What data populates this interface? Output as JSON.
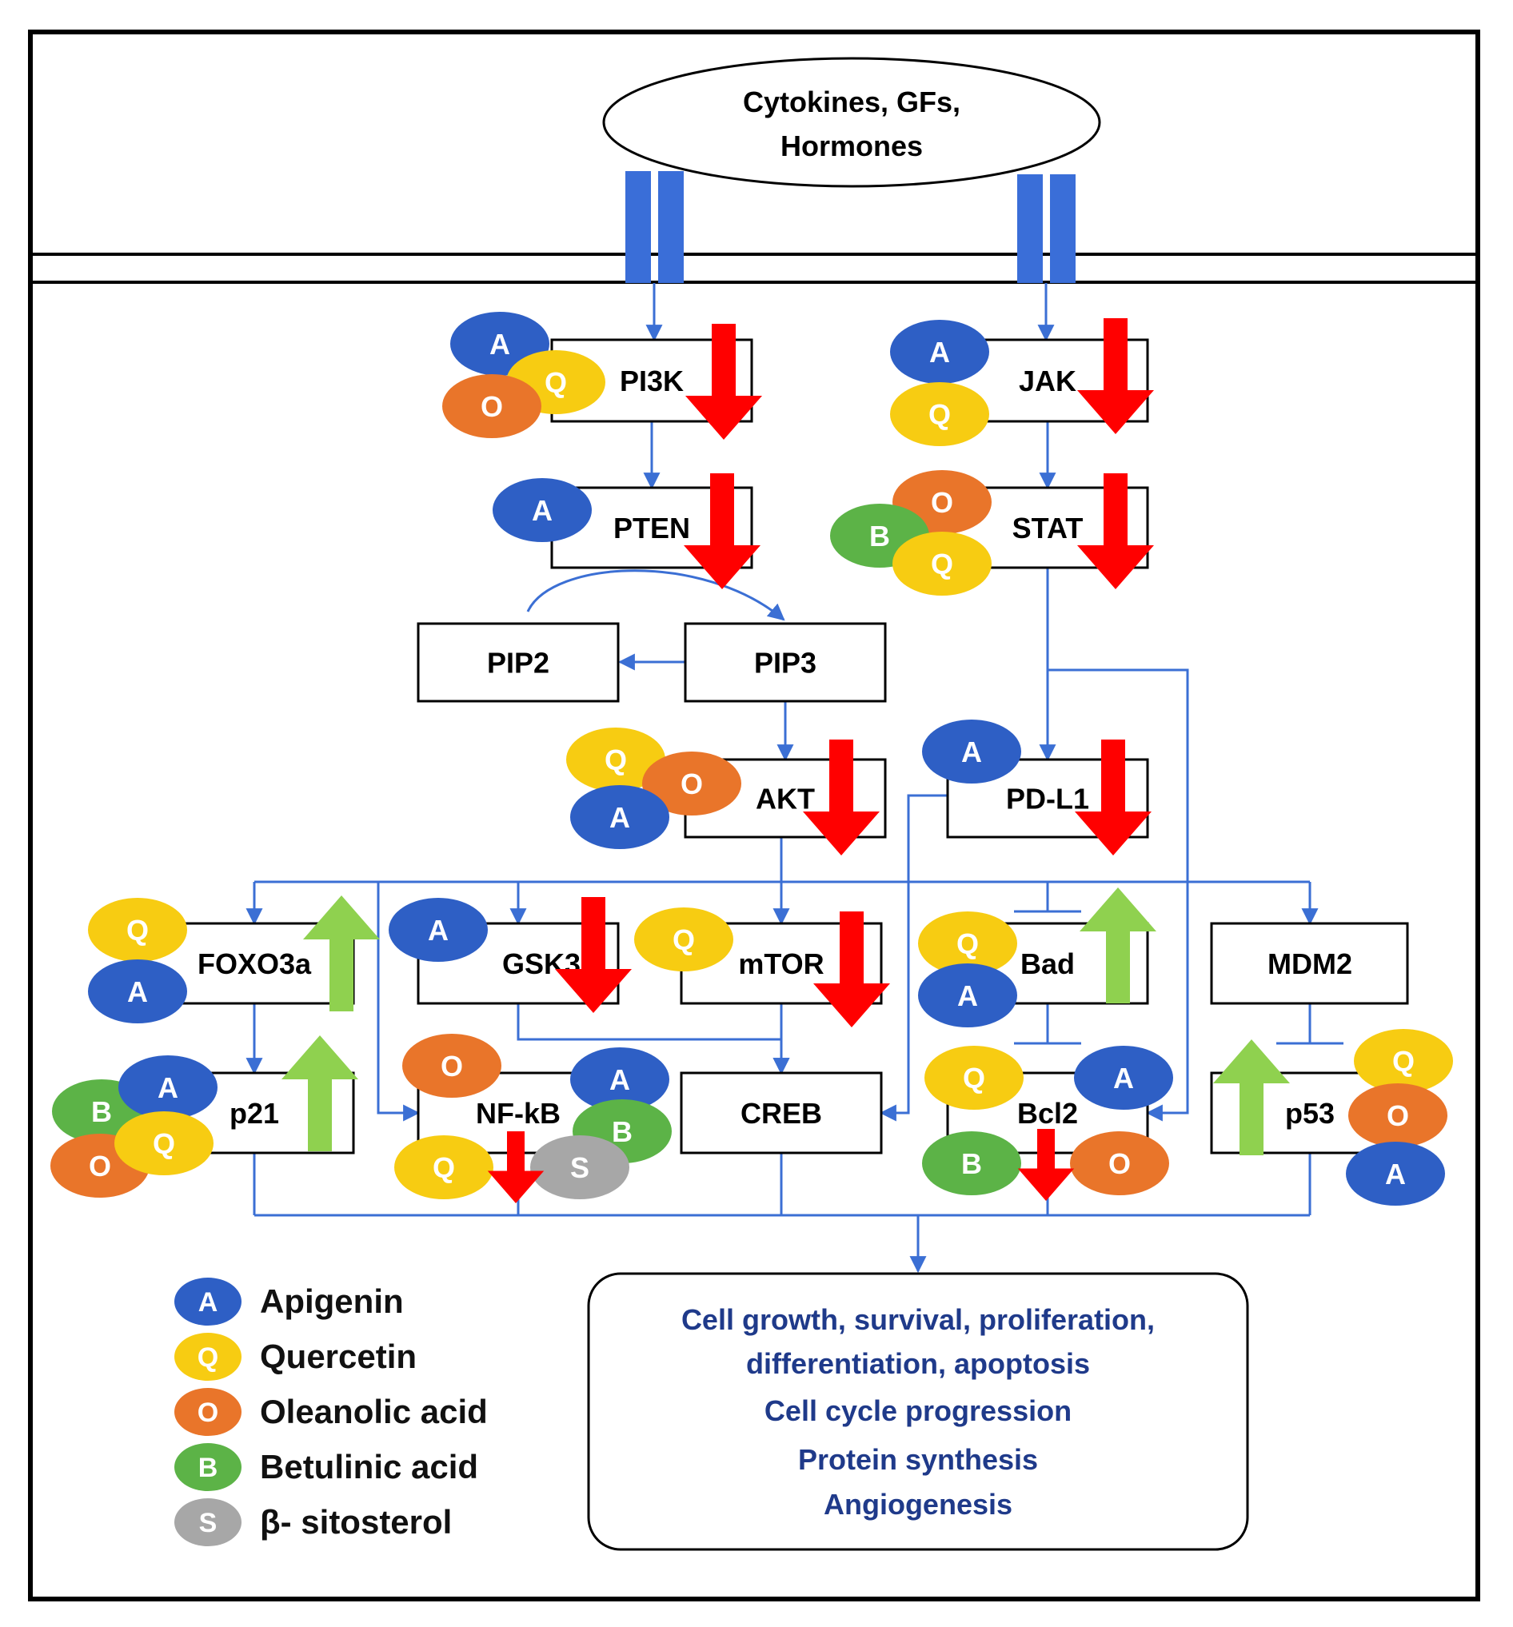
{
  "ligand": {
    "line1": "Cytokines, GFs,",
    "line2": "Hormones"
  },
  "nodes": {
    "pi3k": "PI3K",
    "jak": "JAK",
    "pten": "PTEN",
    "stat": "STAT",
    "pip2": "PIP2",
    "pip3": "PIP3",
    "akt": "AKT",
    "pdl1": "PD-L1",
    "foxo3a": "FOXO3a",
    "gsk3b": "GSK3β",
    "mtor": "mTOR",
    "bad": "Bad",
    "mdm2": "MDM2",
    "p21": "p21",
    "nfkb": "NF-kB",
    "creb": "CREB",
    "bcl2": "Bcl2",
    "p53": "p53"
  },
  "compounds": {
    "A": {
      "letter": "A",
      "name": "Apigenin",
      "color": "#2e5fc5"
    },
    "Q": {
      "letter": "Q",
      "name": "Quercetin",
      "color": "#f7cc12"
    },
    "O": {
      "letter": "O",
      "name": "Oleanolic acid",
      "color": "#e9752a"
    },
    "B": {
      "letter": "B",
      "name": "Betulinic acid",
      "color": "#5cb347"
    },
    "S": {
      "letter": "S",
      "name": "β- sitosterol",
      "color": "#a7a7a7"
    }
  },
  "legend_order": [
    "A",
    "Q",
    "O",
    "B",
    "S"
  ],
  "regulation": {
    "pi3k": "down",
    "jak": "down",
    "pten": "down",
    "stat": "down",
    "akt": "down",
    "pdl1": "down",
    "foxo3a": "up",
    "gsk3b": "down",
    "mtor": "down",
    "bad": "up",
    "p21": "up",
    "nfkb": "down",
    "bcl2": "down",
    "p53": "up"
  },
  "binding": {
    "pi3k": [
      "A",
      "Q",
      "O"
    ],
    "jak": [
      "A",
      "Q"
    ],
    "pten": [
      "A"
    ],
    "stat": [
      "O",
      "B",
      "Q"
    ],
    "akt": [
      "Q",
      "O",
      "A"
    ],
    "pdl1": [
      "A"
    ],
    "foxo3a": [
      "Q",
      "A"
    ],
    "gsk3b": [
      "A"
    ],
    "mtor": [
      "Q"
    ],
    "bad": [
      "Q",
      "A"
    ],
    "p21": [
      "B",
      "A",
      "O",
      "Q"
    ],
    "nfkb": [
      "O",
      "A",
      "B",
      "Q",
      "S"
    ],
    "bcl2": [
      "Q",
      "A",
      "B",
      "O"
    ],
    "p53": [
      "Q",
      "O",
      "A"
    ]
  },
  "outcomes": [
    "Cell growth, survival, proliferation,",
    "differentiation, apoptosis",
    "Cell cycle progression",
    "Protein synthesis",
    "Angiogenesis"
  ],
  "colors": {
    "arrow_line": "#3b6fd4",
    "receptor": "#3a6ed8",
    "down_arrow": "#ff0000",
    "up_arrow": "#8fd14f",
    "outcome_text": "#1f3a8a"
  }
}
